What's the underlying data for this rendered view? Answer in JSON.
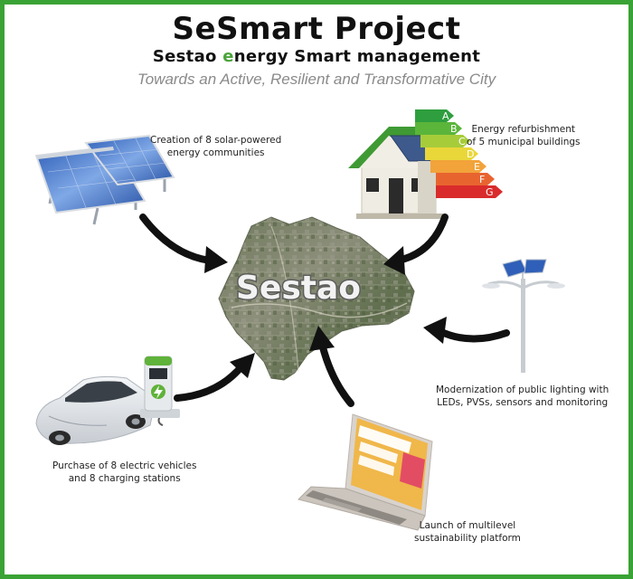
{
  "header": {
    "title": "SeSmart Project",
    "subtitle_parts": [
      {
        "text": "S",
        "highlight": false
      },
      {
        "text": "estao ",
        "highlight": false
      },
      {
        "text": "e",
        "highlight": true
      },
      {
        "text": "nergy ",
        "highlight": false
      },
      {
        "text": "Smart",
        "highlight": false
      },
      {
        "text": " management",
        "highlight": false
      }
    ],
    "tagline": "Towards an Active, Resilient and Transformative City"
  },
  "center": {
    "label": "Sestao"
  },
  "captions": {
    "solar": [
      "Creation of 8 solar-powered",
      "energy communities"
    ],
    "refurbishment": [
      "Energy refurbishment",
      "of 5 municipal buildings"
    ],
    "lighting": [
      "Modernization of public lighting with",
      "LEDs, PVSs, sensors and monitoring"
    ],
    "ev": [
      "Purchase of 8 electric vehicles",
      "and 8 charging stations"
    ],
    "platform": [
      "Launch of multilevel",
      "sustainability platform"
    ]
  },
  "energy_label": {
    "letters": [
      "A",
      "B",
      "C",
      "D",
      "E",
      "F",
      "G"
    ]
  },
  "colors": {
    "frame": "#3aa335",
    "accent": "#4aa33a",
    "tagline": "#8a8a8a",
    "arrow": "#111111",
    "energy_scale": [
      "#2e9e3e",
      "#5bb53a",
      "#a6cc3a",
      "#e9d73a",
      "#f2a33a",
      "#e8642f",
      "#d92b2b"
    ]
  },
  "icons": [
    "solar-panel-icon",
    "house-icon",
    "street-light-icon",
    "laptop-icon",
    "electric-car-icon",
    "charging-station-icon",
    "city-map-icon"
  ]
}
